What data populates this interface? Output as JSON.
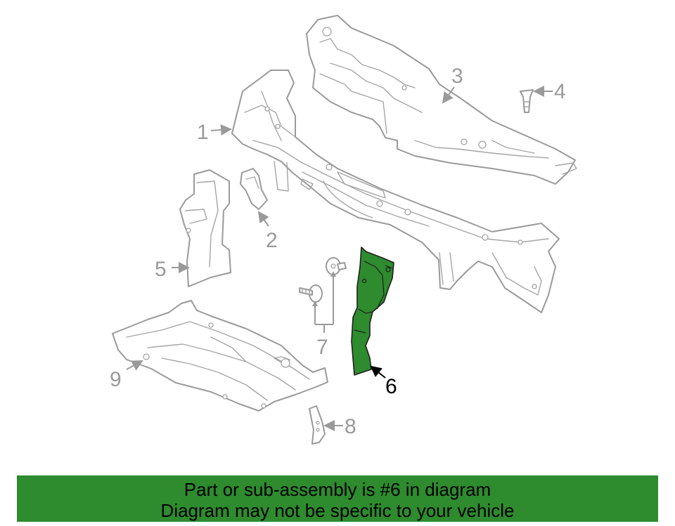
{
  "diagram": {
    "callouts": [
      "1",
      "2",
      "3",
      "4",
      "5",
      "6",
      "7",
      "8",
      "9"
    ],
    "highlighted_part": "6",
    "highlight_color": "#2e8b2e",
    "line_color": "#9a9a9a"
  },
  "banner": {
    "line1": "Part or sub-assembly is #6 in diagram",
    "line2": "Diagram may not be specific to your vehicle",
    "background": "#2e8b2e"
  }
}
